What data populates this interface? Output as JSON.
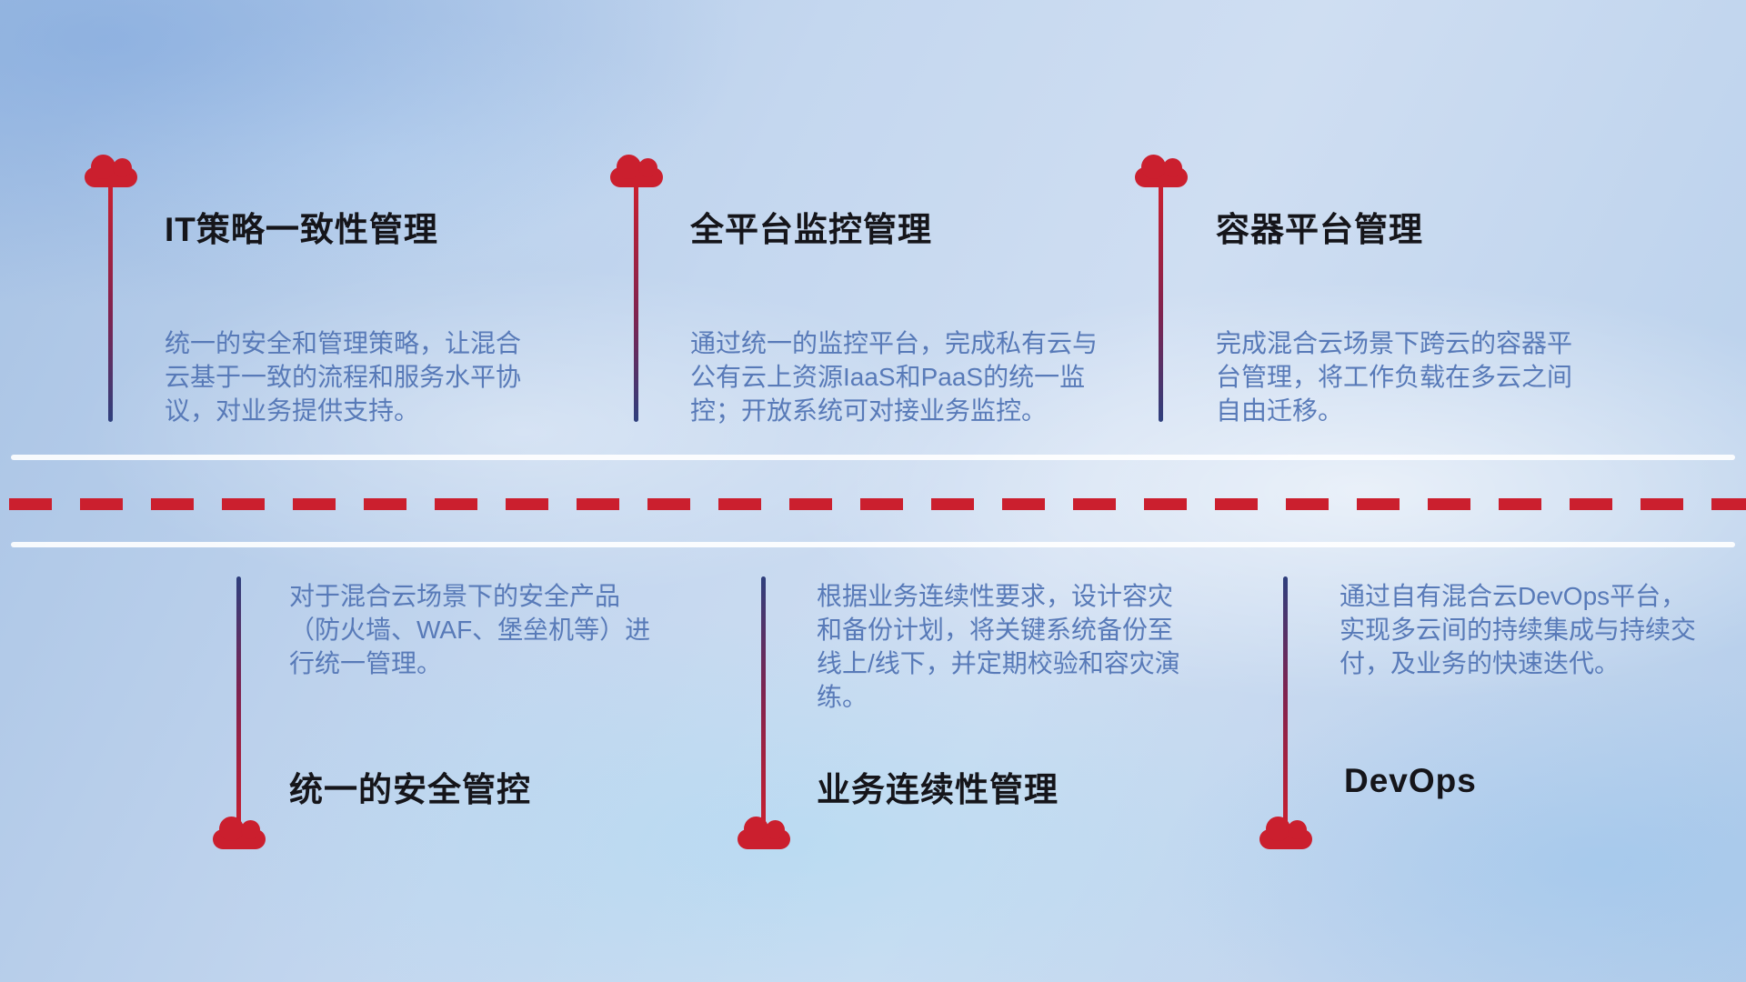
{
  "colors": {
    "accent_red": "#cb1f2e",
    "line_navy": "#2e3f7d",
    "title_text": "#15151a",
    "description_text": "#587ab8",
    "road_line_white": "#ffffff"
  },
  "top_items": [
    {
      "title": "IT策略一致性管理",
      "description": "统一的安全和管理策略，让混合云基于一致的流程和服务水平协议，对业务提供支持。"
    },
    {
      "title": "全平台监控管理",
      "description": "通过统一的监控平台，完成私有云与公有云上资源IaaS和PaaS的统一监控；开放系统可对接业务监控。"
    },
    {
      "title": "容器平台管理",
      "description": "完成混合云场景下跨云的容器平台管理，将工作负载在多云之间自由迁移。"
    }
  ],
  "bottom_items": [
    {
      "title": "统一的安全管控",
      "description": "对于混合云场景下的安全产品（防火墙、WAF、堡垒机等）进行统一管理。"
    },
    {
      "title": "业务连续性管理",
      "description": "根据业务连续性要求，设计容灾和备份计划，将关键系统备份至线上/线下，并定期校验和容灾演练。"
    },
    {
      "title": "DevOps",
      "description": "通过自有混合云DevOps平台，实现多云间的持续集成与持续交付，及业务的快速迭代。"
    }
  ]
}
